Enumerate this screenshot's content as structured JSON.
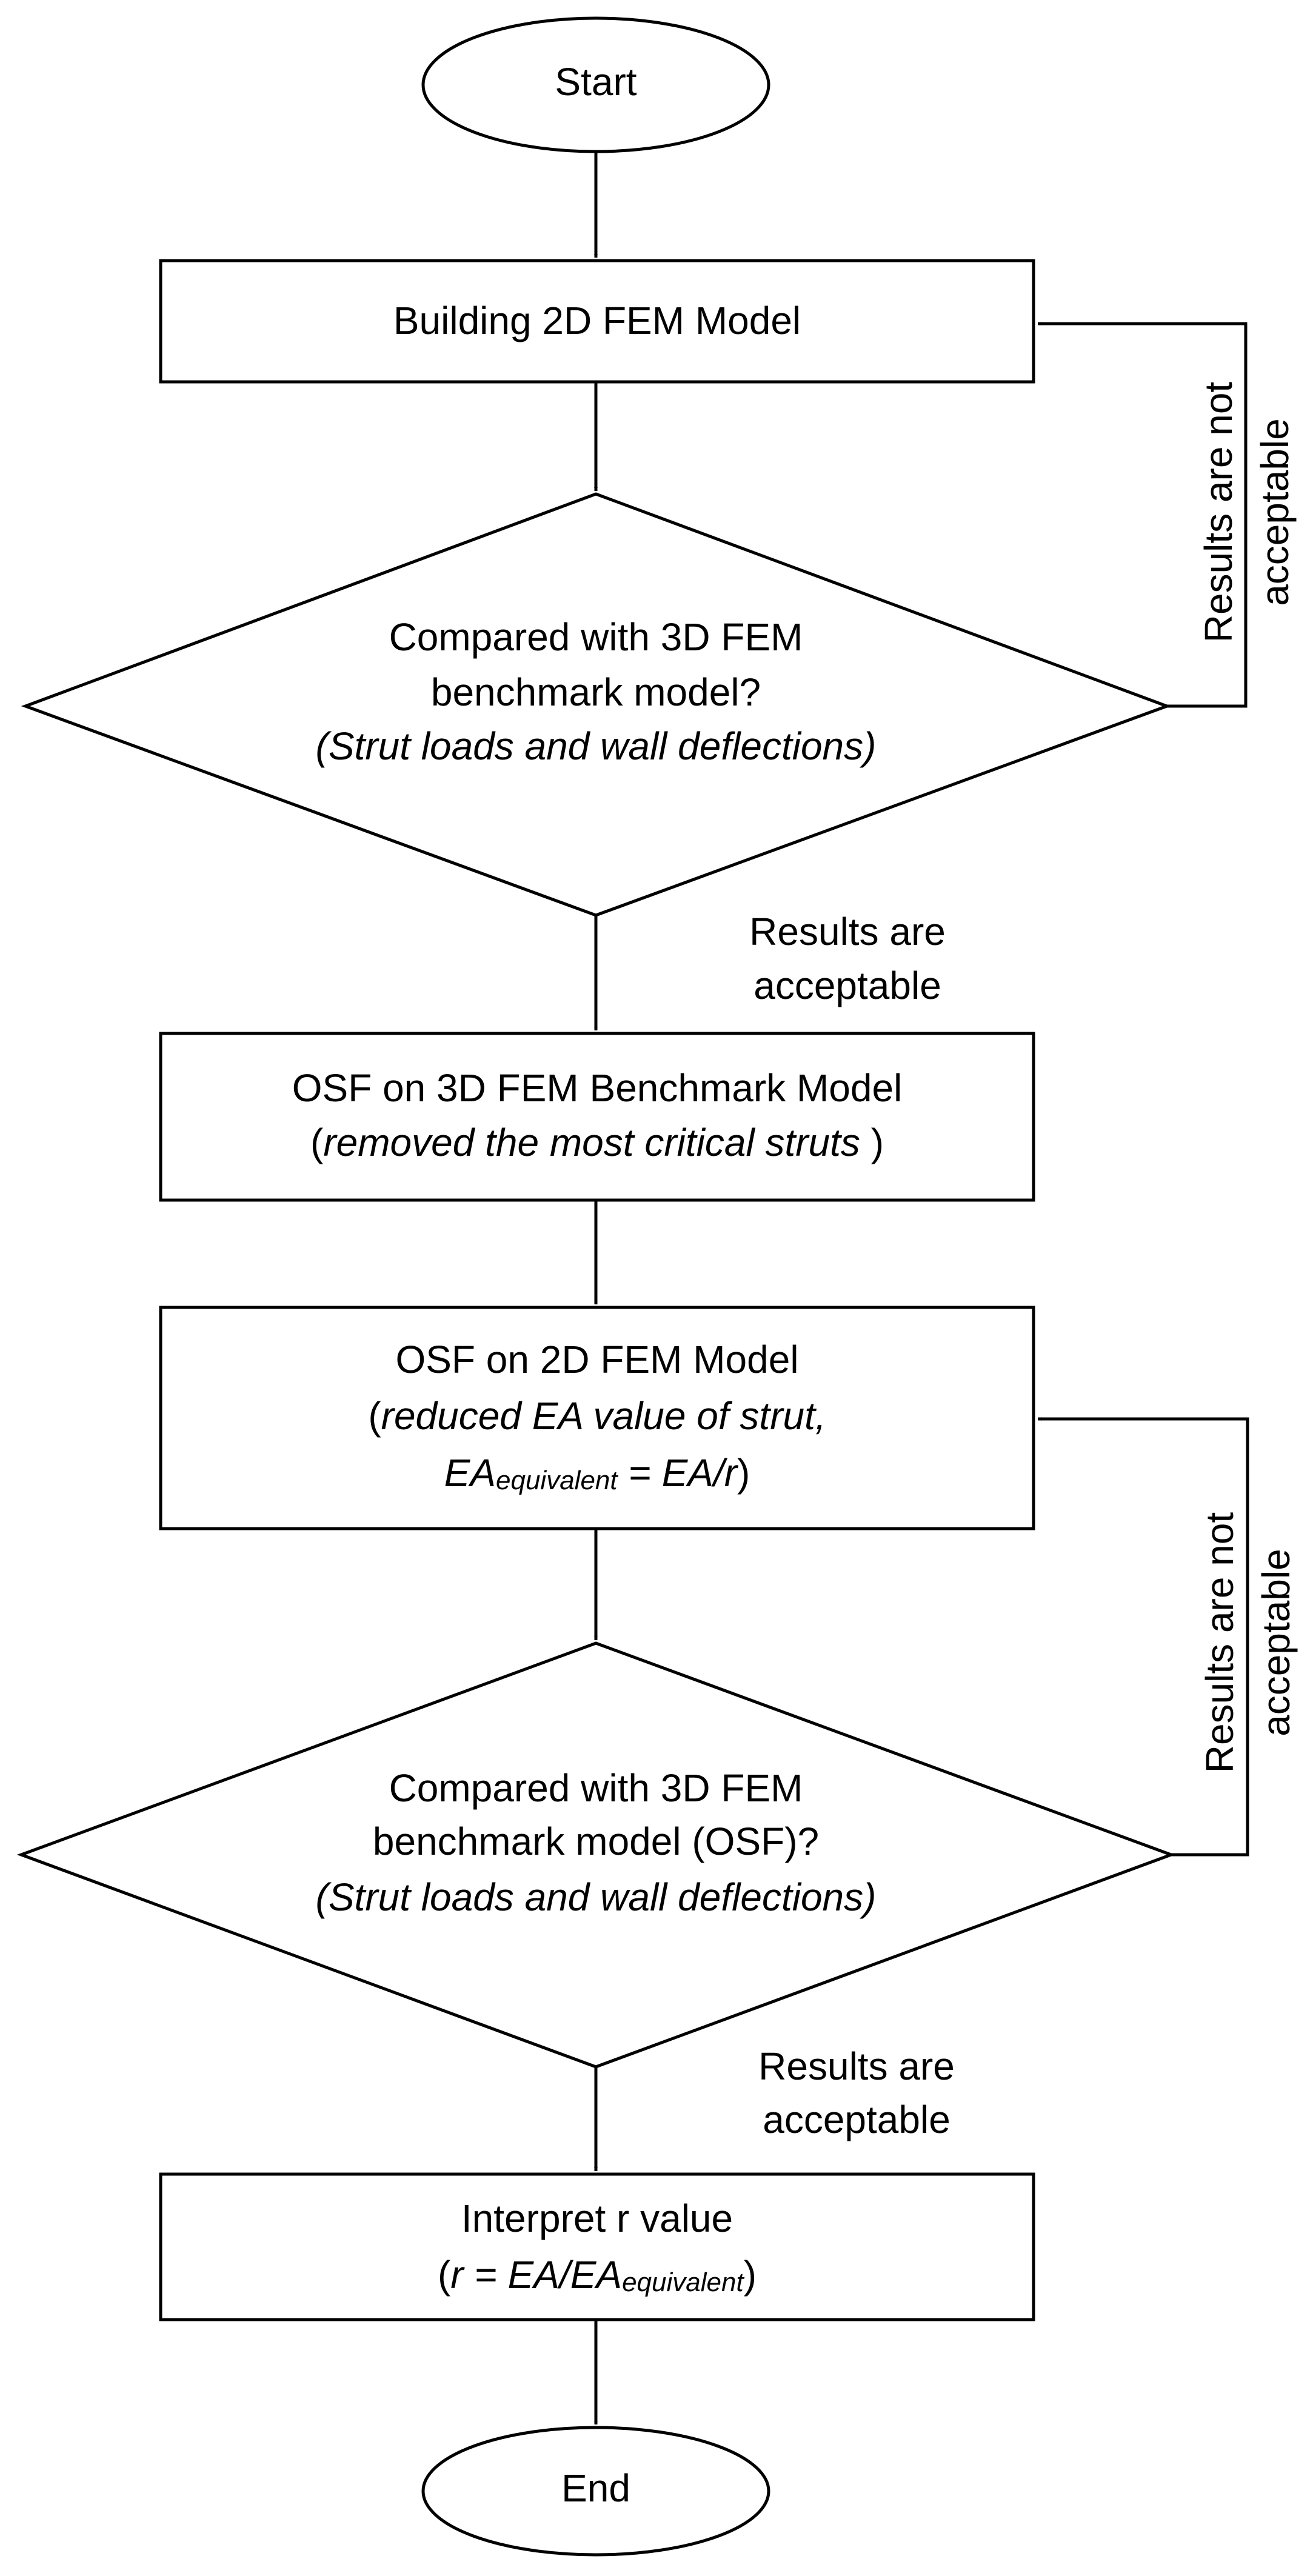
{
  "start": "Start",
  "end": "End",
  "step1": "Building 2D FEM Model",
  "decision1": {
    "line1": "Compared with 3D FEM",
    "line2": "benchmark model?",
    "line3": "(Strut loads and wall deflections)"
  },
  "loop1": {
    "line1": "Results are not",
    "line2": "acceptable"
  },
  "ok1": {
    "line1": "Results are",
    "line2": "acceptable"
  },
  "step2": {
    "line1": "OSF on 3D FEM Benchmark Model",
    "open": "(",
    "italic": "removed the most critical struts",
    "close": " )"
  },
  "step3": {
    "line1": "OSF on 2D FEM Model",
    "line2_open": "(",
    "line2_italic": "reduced EA value of strut,",
    "line3_ea": "EA",
    "line3_sub": "equivalent",
    "line3_rest": " = EA/r",
    "line3_close": ")"
  },
  "decision2": {
    "line1": "Compared with 3D FEM",
    "line2": "benchmark model (OSF)?",
    "line3": "(Strut loads and wall deflections)"
  },
  "loop2": {
    "line1": "Results are not",
    "line2": "acceptable"
  },
  "ok2": {
    "line1": "Results are",
    "line2": "acceptable"
  },
  "step4": {
    "line1": "Interpret r value",
    "open": "(",
    "italic": "r = EA/EA",
    "sub": "equivalent",
    "close": ")"
  }
}
